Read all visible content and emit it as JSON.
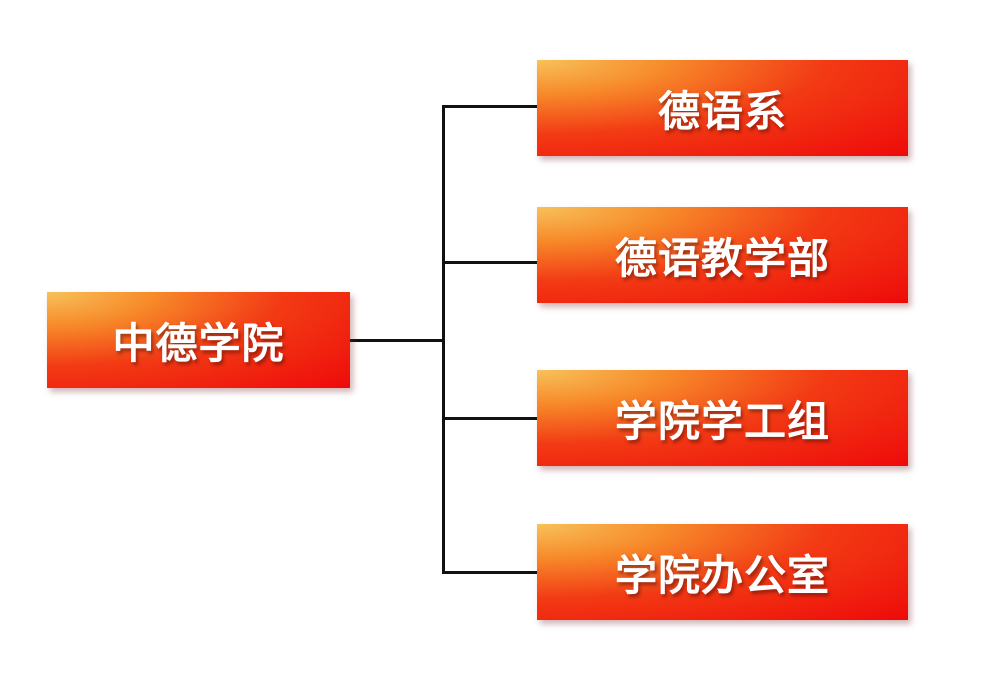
{
  "root": {
    "label": "中德学院"
  },
  "children": [
    {
      "label": "德语系"
    },
    {
      "label": "德语教学部"
    },
    {
      "label": "学院学工组"
    },
    {
      "label": "学院办公室"
    }
  ],
  "colors": {
    "box_start": "#f7c25a",
    "box_end": "#ee0a0a",
    "connector": "#111111",
    "text": "#ffffff"
  }
}
